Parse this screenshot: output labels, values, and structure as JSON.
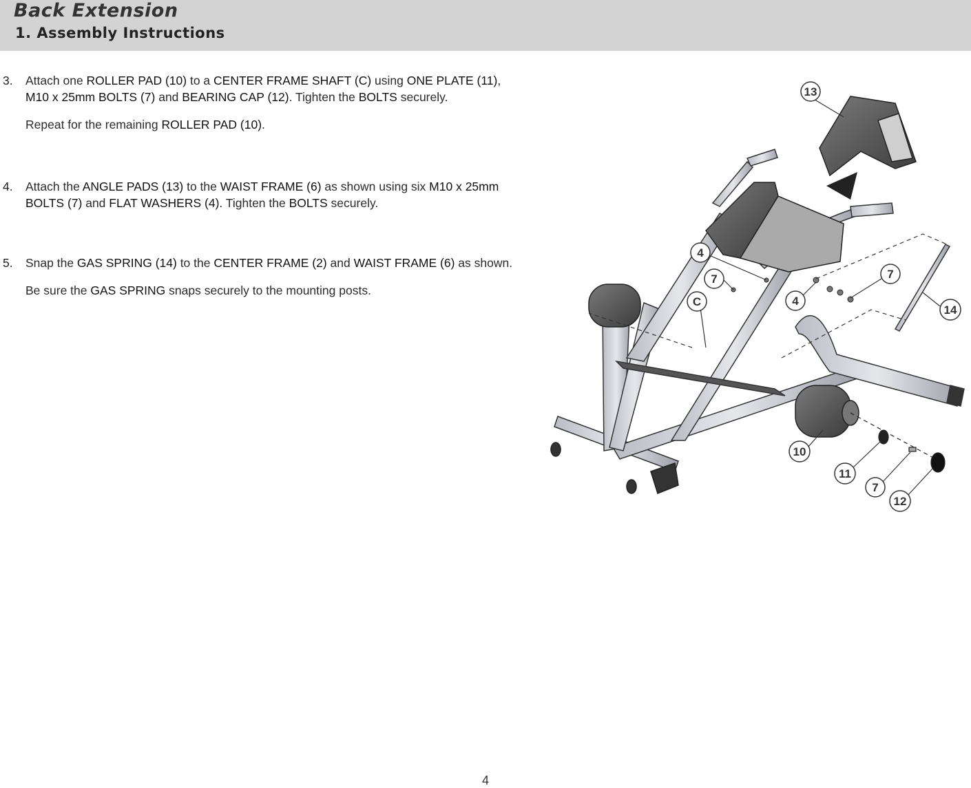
{
  "header": {
    "brand": "Back Extension",
    "section": "1. Assembly Instructions"
  },
  "steps": [
    {
      "number": "3.",
      "paragraphs": [
        [
          {
            "t": "Attach one "
          },
          {
            "t": "ROLLER PAD (10)",
            "hl": true
          },
          {
            "t": " to a "
          },
          {
            "t": "CENTER FRAME SHAFT (C)",
            "hl": true
          },
          {
            "t": " using "
          },
          {
            "t": "ONE PLATE (11)",
            "hl": true
          },
          {
            "t": ", "
          },
          {
            "t": "M10 x 25mm BOLTS (7)",
            "hl": true
          },
          {
            "t": " and "
          },
          {
            "t": "BEARING CAP (12)",
            "hl": true
          },
          {
            "t": ". Tighten the "
          },
          {
            "t": "BOLTS",
            "hl": true
          },
          {
            "t": " securely."
          }
        ],
        [
          {
            "t": "Repeat for the remaining "
          },
          {
            "t": "ROLLER PAD (10)",
            "hl": true
          },
          {
            "t": "."
          }
        ]
      ]
    },
    {
      "number": "4.",
      "paragraphs": [
        [
          {
            "t": "Attach the "
          },
          {
            "t": "ANGLE PADS (13)",
            "hl": true
          },
          {
            "t": " to the "
          },
          {
            "t": "WAIST FRAME (6)",
            "hl": true
          },
          {
            "t": " as shown using six "
          },
          {
            "t": "M10 x 25mm BOLTS (7)",
            "hl": true
          },
          {
            "t": " and "
          },
          {
            "t": "FLAT WASHERS (4).",
            "hl": true
          },
          {
            "t": " Tighten the "
          },
          {
            "t": "BOLTS",
            "hl": true
          },
          {
            "t": " securely."
          }
        ]
      ]
    },
    {
      "number": "5.",
      "paragraphs": [
        [
          {
            "t": "Snap the "
          },
          {
            "t": "GAS SPRING (14)",
            "hl": true
          },
          {
            "t": " to the "
          },
          {
            "t": "CENTER FRAME (2)",
            "hl": true
          },
          {
            "t": " and "
          },
          {
            "t": "WAIST FRAME (6)",
            "hl": true
          },
          {
            "t": " as shown."
          }
        ],
        [
          {
            "t": "Be sure the "
          },
          {
            "t": "GAS SPRING",
            "hl": true
          },
          {
            "t": " snaps securely to the mounting posts."
          }
        ]
      ]
    }
  ],
  "diagram": {
    "callouts": [
      "13",
      "4",
      "7",
      "C",
      "4",
      "7",
      "14",
      "10",
      "11",
      "7",
      "12"
    ]
  },
  "footer": {
    "page_number": "4"
  }
}
